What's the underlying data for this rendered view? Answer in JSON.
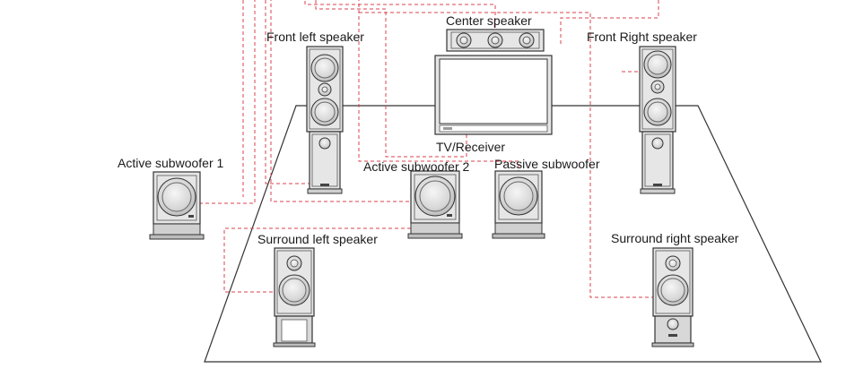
{
  "labels": {
    "center_speaker": "Center speaker",
    "front_left": "Front left speaker",
    "front_right": "Front Right speaker",
    "tv_receiver": "TV/Receiver",
    "active_sub_1": "Active subwoofer 1",
    "active_sub_2": "Active subwoofer 2",
    "passive_sub": "Passive subwoofer",
    "surround_left": "Surround left speaker",
    "surround_right": "Surround right speaker"
  },
  "colors": {
    "wire": "#d9434f",
    "outline": "#333333",
    "speaker_fill": "#e6e6e6",
    "cone_fill": "#d8d8d8",
    "floor_fill": "#ffffff"
  }
}
